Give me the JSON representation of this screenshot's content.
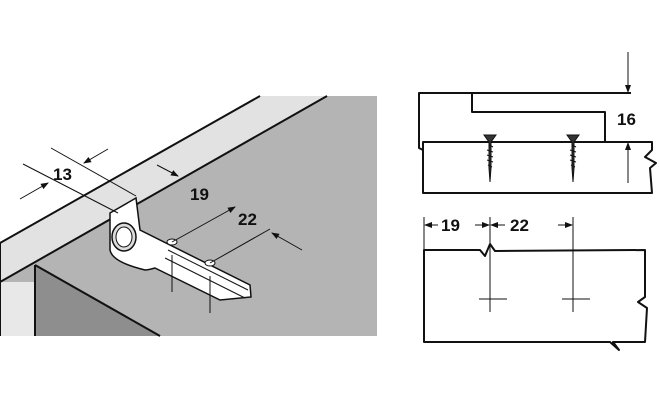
{
  "iso_view": {
    "dimensions": {
      "edge_offset": "13",
      "hole_1": "19",
      "hole_spacing": "22"
    }
  },
  "side_view": {
    "dimensions": {
      "height": "16"
    }
  },
  "top_view": {
    "dimensions": {
      "hole_1": "19",
      "hole_spacing": "22"
    }
  },
  "colors": {
    "panel": "#b4b4b4",
    "cabinet_inner": "#8e8e8e",
    "board_edge": "#e2e2e2",
    "line": "#111111"
  }
}
